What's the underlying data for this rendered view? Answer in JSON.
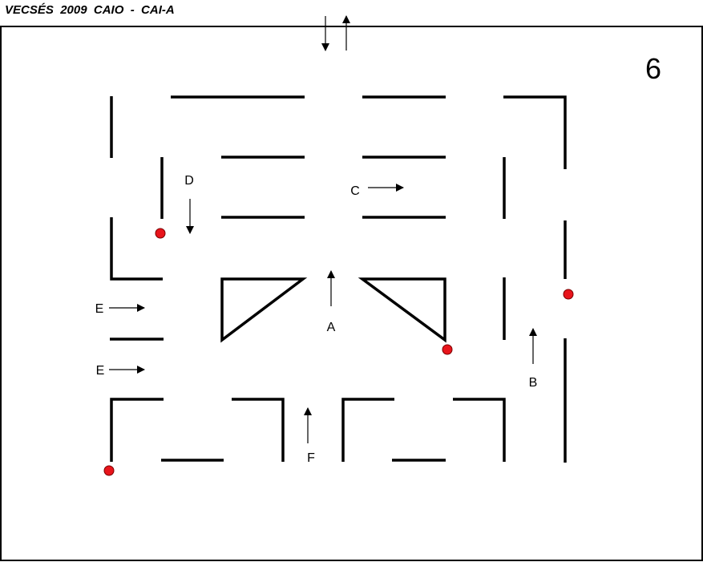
{
  "title": "VECSÉS  2009  CAIO  -  CAI-A",
  "course_number": "6",
  "labels": {
    "a": "A",
    "b": "B",
    "c": "C",
    "d": "D",
    "e1": "E",
    "e2": "E",
    "f": "F"
  },
  "colors": {
    "walls": "#000000",
    "dots": "#e8141b",
    "background": "#ffffff"
  }
}
